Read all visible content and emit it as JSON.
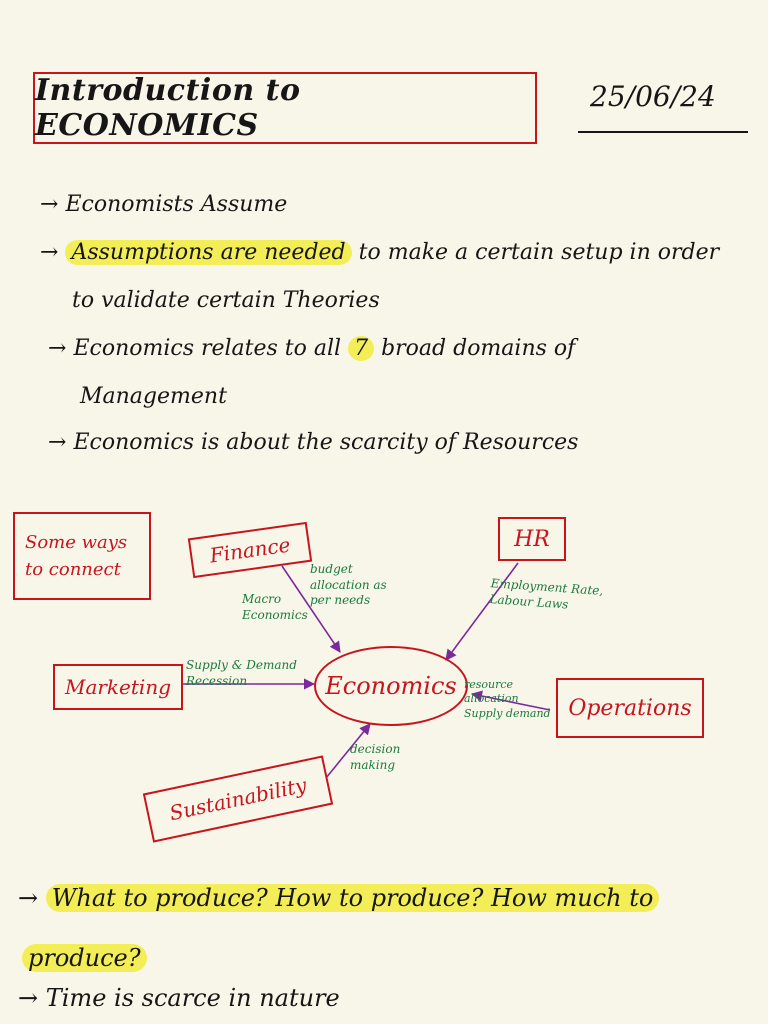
{
  "header": {
    "title": "Introduction to ECONOMICS",
    "date": "25/06/24"
  },
  "bullets": [
    {
      "prefix": "→",
      "text": "Economists Assume"
    },
    {
      "prefix": "→",
      "highlight": "Assumptions are needed",
      "text": " to make a certain setup in order"
    },
    {
      "text": "to validate certain Theories"
    },
    {
      "prefix": "→",
      "text_a": "Economics relates to all ",
      "highlight": "7",
      "text_b": " broad domains of"
    },
    {
      "text": "Management"
    },
    {
      "prefix": "→",
      "text": "Economics is about the scarcity of Resources"
    }
  ],
  "diagram": {
    "side_label": "Some ways to connect",
    "center": "Economics",
    "nodes": {
      "finance": "Finance",
      "hr": "HR",
      "marketing": "Marketing",
      "operations": "Operations",
      "sustainability": "Sustainability"
    },
    "notes": {
      "finance_left": "Macro\nEconomics",
      "finance_right": "budget\nallocation as\nper needs",
      "hr": "Employment Rate,\nLabour Laws",
      "marketing": "Supply & Demand\nRecession",
      "operations": "resource\nallocation\nSupply demand",
      "sustainability": "decision\nmaking"
    },
    "colors": {
      "box": "#c8151d",
      "arrow": "#7b2a9c",
      "note": "#1c7a3e",
      "highlight": "#f3ee57"
    }
  },
  "questions": {
    "line1_prefix": "→",
    "line1": "What to produce? How to produce? How much to",
    "line2": "produce?",
    "line3_prefix": "→",
    "line3": "Time is scarce in nature"
  }
}
